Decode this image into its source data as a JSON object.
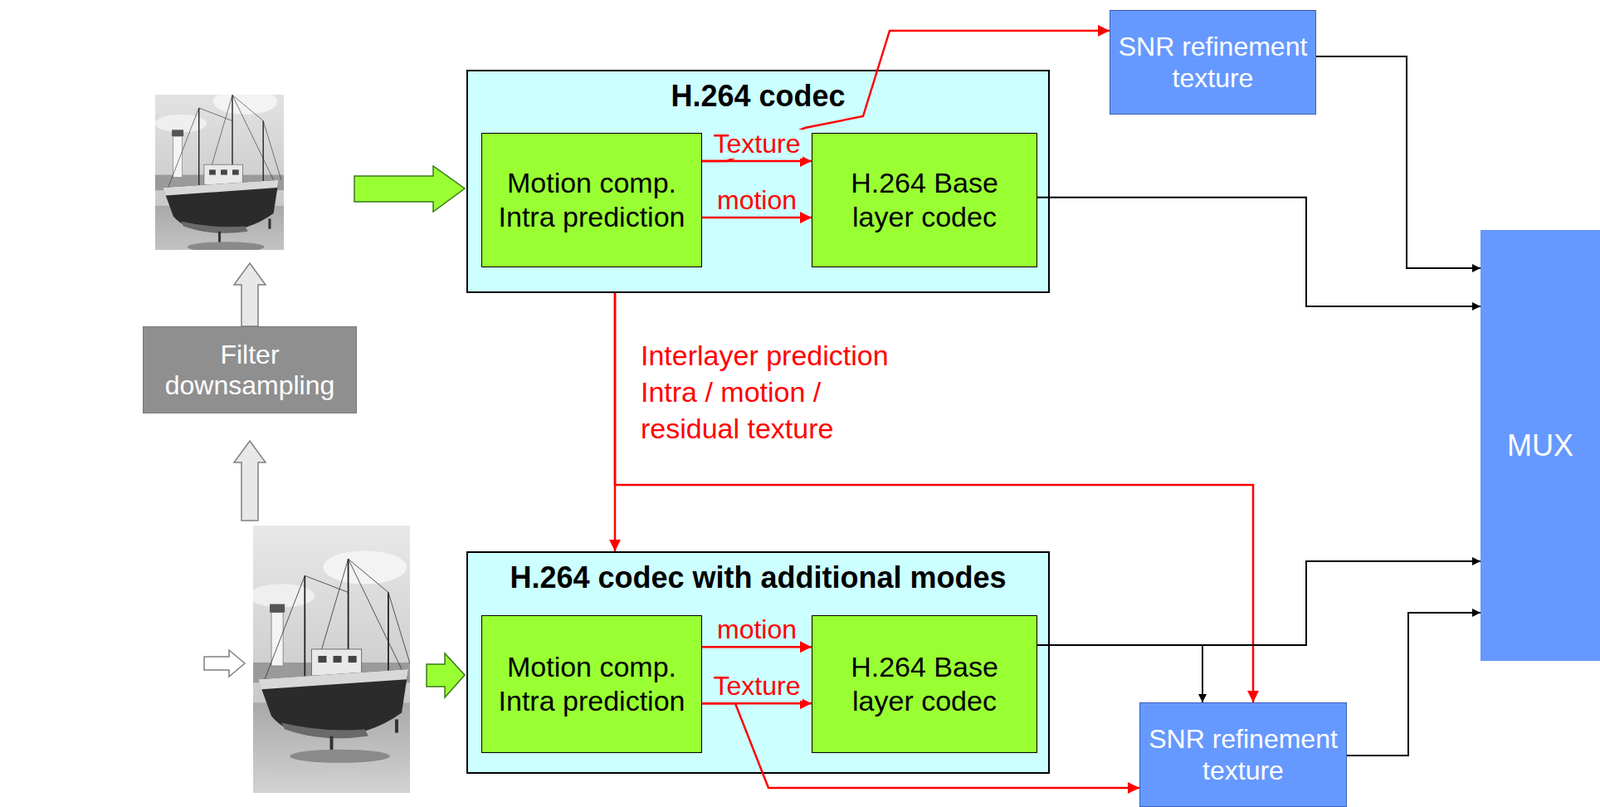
{
  "diagram": {
    "nodes": [
      {
        "text": [
          "H.264 codec"
        ]
      },
      {
        "text": [
          "Motion comp. Intra prediction"
        ],
        "in": 0
      },
      {
        "text": [
          "H.264 Base layer codec"
        ],
        "in": 0
      },
      {
        "text": [
          "SNR refinement texture"
        ]
      },
      {
        "text": [
          "H.264 codec with additional modes"
        ]
      },
      {
        "text": [
          "Motion comp. Intra prediction"
        ],
        "in": 4
      },
      {
        "text": [
          "H.264 Base layer codec"
        ],
        "in": 4
      },
      {
        "text": [
          "SNR refinement texture"
        ]
      },
      {
        "text": [
          "MUX"
        ]
      },
      {
        "text": [
          "Filter downsampling"
        ]
      }
    ],
    "edges": [
      {
        "from": 1,
        "to": 2,
        "label": "Texture",
        "arrow": "to"
      },
      {
        "from": 1,
        "to": 2,
        "label": "motion",
        "arrow": "to"
      },
      {
        "from": 1,
        "to": 3,
        "arrow": "to"
      },
      {
        "from": 2,
        "to": 8,
        "arrow": "to"
      },
      {
        "from": 3,
        "to": 8,
        "arrow": "to"
      },
      {
        "from": 0,
        "to": 4,
        "label": "Interlayer prediction Intra / motion / residual texture",
        "arrow": "to"
      },
      {
        "from": 0,
        "to": 7,
        "arrow": "to"
      },
      {
        "from": 5,
        "to": 6,
        "label": "motion",
        "arrow": "to"
      },
      {
        "from": 5,
        "to": 6,
        "label": "Texture",
        "arrow": "to"
      },
      {
        "from": 5,
        "to": 7,
        "arrow": "to"
      },
      {
        "from": 6,
        "to": 8,
        "arrow": "to"
      },
      {
        "from": 6,
        "to": 7,
        "arrow": "to"
      },
      {
        "from": 7,
        "to": 8,
        "arrow": "to"
      }
    ]
  }
}
